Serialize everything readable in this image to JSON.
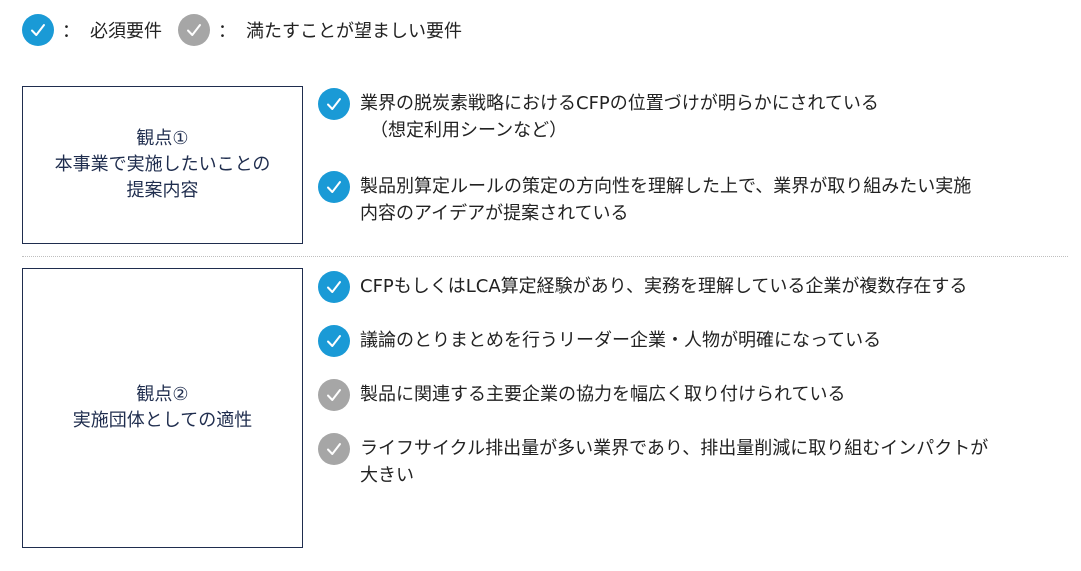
{
  "legend": {
    "required_label": "必須要件",
    "preferred_label": "満たすことが望ましい要件",
    "separator": "："
  },
  "colors": {
    "required": "#1a9ad6",
    "preferred": "#a6a6a6",
    "box_text": "#1f2d4e"
  },
  "section1": {
    "title_lines": [
      "観点①",
      "本事業で実施したいことの",
      "提案内容"
    ],
    "items": [
      {
        "kind": "required",
        "lines": [
          "業界の脱炭素戦略におけるCFPの位置づけが明らかにされている",
          "（想定利用シーンなど）"
        ]
      },
      {
        "kind": "required",
        "lines": [
          "製品別算定ルールの策定の方向性を理解した上で、業界が取り組みたい実施",
          "内容のアイデアが提案されている"
        ]
      }
    ]
  },
  "section2": {
    "title_lines": [
      "観点②",
      "実施団体としての適性"
    ],
    "items": [
      {
        "kind": "required",
        "lines": [
          "CFPもしくはLCA算定経験があり、実務を理解している企業が複数存在する"
        ]
      },
      {
        "kind": "required",
        "lines": [
          "議論のとりまとめを行うリーダー企業・人物が明確になっている"
        ]
      },
      {
        "kind": "preferred",
        "lines": [
          "製品に関連する主要企業の協力を幅広く取り付けられている"
        ]
      },
      {
        "kind": "preferred",
        "lines": [
          "ライフサイクル排出量が多い業界であり、排出量削減に取り組むインパクトが",
          "大きい"
        ]
      }
    ]
  }
}
